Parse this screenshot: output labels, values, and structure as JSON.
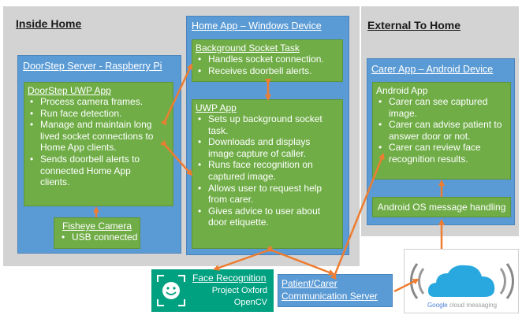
{
  "inside_home": {
    "title": "Inside Home"
  },
  "external_home": {
    "title": "External To Home"
  },
  "doorstep_server": {
    "title": "DoorStep Server - Raspberry Pi",
    "uwp_app": {
      "title": "DoorStep UWP App",
      "bullets": [
        "Process camera frames.",
        "Run face detection.",
        "Manage and maintain long\nlived socket connections to\nHome App clients.",
        "Sends doorbell alerts to\nconnected Home App\nclients."
      ]
    },
    "camera": {
      "title": "Fisheye Camera",
      "bullets": [
        "USB connected"
      ]
    }
  },
  "home_app": {
    "title": "Home App – Windows Device",
    "socket_task": {
      "title": "Background Socket Task",
      "bullets": [
        "Handles socket connection.",
        "Receives doorbell alerts."
      ]
    },
    "uwp_app": {
      "title": "UWP App",
      "bullets": [
        "Sets up background socket\ntask.",
        "Downloads and displays\nimage capture of caller.",
        "Runs face recognition on\ncaptured image.",
        "Allows user to request help\nfrom carer.",
        "Gives advice to user about\ndoor etiquette."
      ]
    }
  },
  "carer_app": {
    "title": "Carer App – Android Device",
    "android_app": {
      "title": "Android App",
      "bullets": [
        "Carer can see captured\nimage.",
        "Carer can advise patient to\nanswer door or not.",
        "Carer can review face\nrecognition results."
      ]
    },
    "os_handling": {
      "title": "Android OS message handling"
    }
  },
  "face_recognition": {
    "title": "Face Recognition",
    "line1": "Project Oxford",
    "line2": "OpenCV"
  },
  "comm_server": {
    "line1": "Patient/Carer",
    "line2": "Communication Server"
  },
  "gcm": {
    "brand": "Google",
    "text": "cloud messaging"
  },
  "colors": {
    "blue_box": "#5b9bd5",
    "green_box": "#70ad47",
    "arrow": "#ed7d31",
    "teal": "#00a181",
    "region": "#d3d3d3"
  }
}
